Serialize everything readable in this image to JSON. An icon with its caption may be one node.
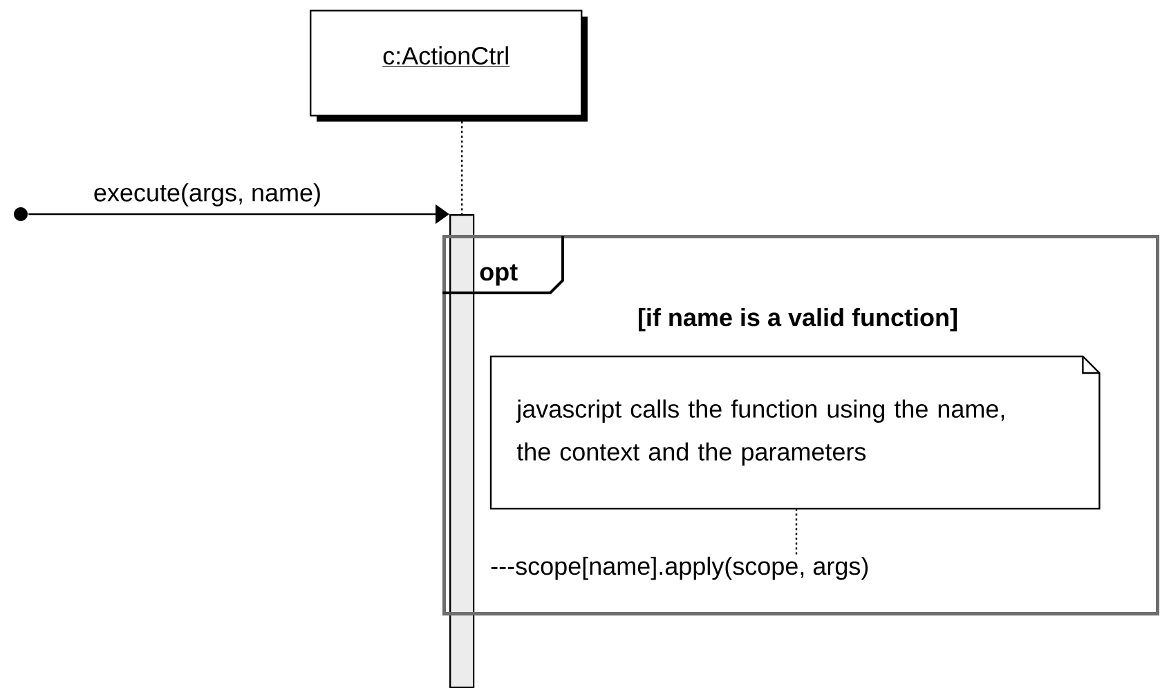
{
  "diagram": {
    "nodes": [
      {
        "text": [
          "c:ActionCtrl"
        ]
      },
      {
        "text": [],
        "shape": "circle"
      },
      {
        "text": [],
        "shape": "bar"
      },
      {
        "text": [
          "opt",
          "[if name is a valid function]"
        ]
      },
      {
        "text": [
          "javascript calls the function using the name, the context and the parameters"
        ],
        "in": 3
      },
      {
        "text": [
          "---scope[name].apply(scope, args)"
        ],
        "in": 3
      }
    ],
    "edges": [
      {
        "from": 0,
        "to": 2,
        "arrow": "none",
        "style": "dashed"
      },
      {
        "from": 1,
        "to": 2,
        "arrow": "to",
        "label": "execute(args, name)"
      },
      {
        "from": 4,
        "to": 5,
        "arrow": "none",
        "style": "dashed"
      }
    ]
  }
}
